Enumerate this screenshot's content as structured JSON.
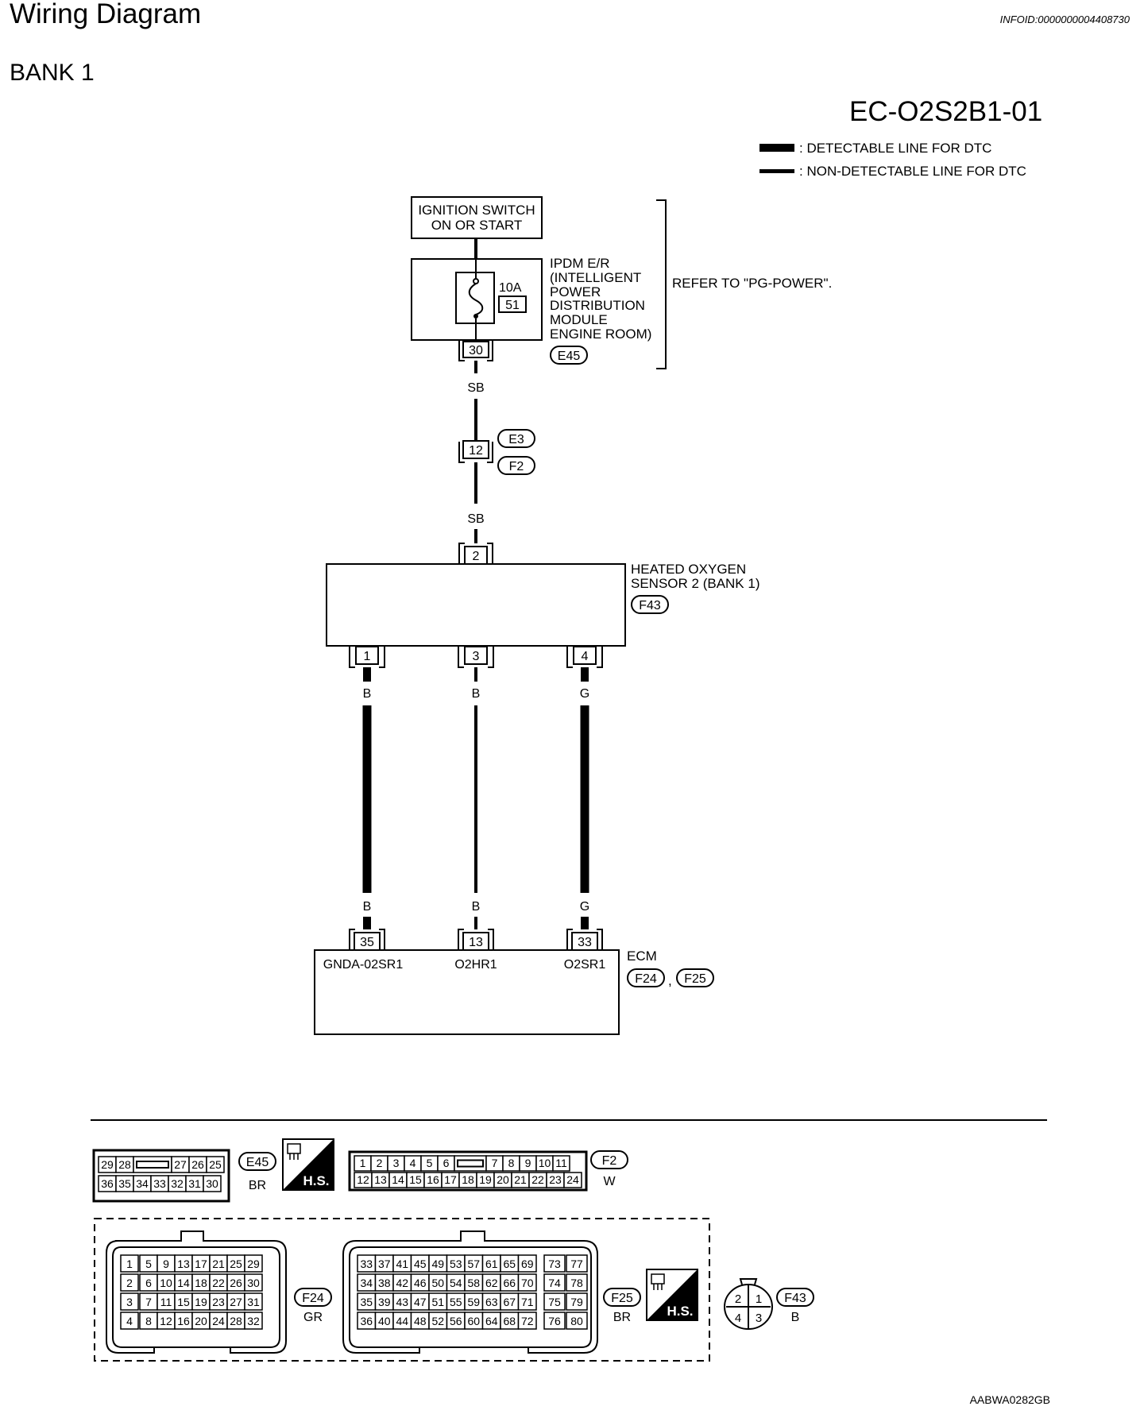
{
  "header": {
    "title": "Wiring Diagram",
    "info_id": "INFOID:0000000004408730",
    "bank": "BANK 1",
    "diagram_code": "EC-O2S2B1-01"
  },
  "legend": {
    "detectable": ": DETECTABLE LINE FOR DTC",
    "non_detectable": ": NON-DETECTABLE LINE FOR DTC"
  },
  "ignition": {
    "line1": "IGNITION SWITCH",
    "line2": "ON OR START"
  },
  "ipdm": {
    "lines": [
      "IPDM E/R",
      "(INTELLIGENT",
      "POWER",
      "DISTRIBUTION",
      "MODULE",
      "ENGINE ROOM)"
    ],
    "fuse_rating": "10A",
    "fuse_number": "51",
    "terminal": "30",
    "connector": "E45",
    "refer": "REFER TO \"PG-POWER\"."
  },
  "wires": {
    "sb_upper": "SB",
    "sb_lower": "SB",
    "w1_top": "B",
    "w1_bot": "B",
    "w2_top": "B",
    "w2_bot": "B",
    "w3_top": "G",
    "w3_bot": "G"
  },
  "joint": {
    "terminal": "12",
    "conn_a": "E3",
    "conn_b": "F2"
  },
  "sensor": {
    "line1": "HEATED OXYGEN",
    "line2": "SENSOR 2 (BANK 1)",
    "connector": "F43",
    "top_terminal": "2",
    "t1": "1",
    "t2": "3",
    "t3": "4"
  },
  "ecm": {
    "title": "ECM",
    "conn_a": "F24",
    "conn_b": "F25",
    "comma": ",",
    "t1": "35",
    "t2": "13",
    "t3": "33",
    "sig1": "GNDA-02SR1",
    "sig2": "O2HR1",
    "sig3": "O2SR1"
  },
  "connectors": {
    "e45": {
      "name": "E45",
      "color": "BR",
      "row1": [
        "29",
        "28",
        "",
        "27",
        "26",
        "25"
      ],
      "row2": [
        "36",
        "35",
        "34",
        "33",
        "32",
        "31",
        "30"
      ]
    },
    "f2": {
      "name": "F2",
      "color": "W",
      "row1": [
        "1",
        "2",
        "3",
        "4",
        "5",
        "6",
        "",
        "7",
        "8",
        "9",
        "10",
        "11"
      ],
      "row2": [
        "12",
        "13",
        "14",
        "15",
        "16",
        "17",
        "18",
        "19",
        "20",
        "21",
        "22",
        "23",
        "24"
      ]
    },
    "hs": "H.S.",
    "f24": {
      "name": "F24",
      "color": "GR",
      "rows": [
        [
          "1",
          "5",
          "9",
          "13",
          "17",
          "21",
          "25",
          "29"
        ],
        [
          "2",
          "6",
          "10",
          "14",
          "18",
          "22",
          "26",
          "30"
        ],
        [
          "3",
          "7",
          "11",
          "15",
          "19",
          "23",
          "27",
          "31"
        ],
        [
          "4",
          "8",
          "12",
          "16",
          "20",
          "24",
          "28",
          "32"
        ]
      ]
    },
    "f25": {
      "name": "F25",
      "color": "BR",
      "rows": [
        [
          "33",
          "37",
          "41",
          "45",
          "49",
          "53",
          "57",
          "61",
          "65",
          "69",
          "73",
          "77"
        ],
        [
          "34",
          "38",
          "42",
          "46",
          "50",
          "54",
          "58",
          "62",
          "66",
          "70",
          "74",
          "78"
        ],
        [
          "35",
          "39",
          "43",
          "47",
          "51",
          "55",
          "59",
          "63",
          "67",
          "71",
          "75",
          "79"
        ],
        [
          "36",
          "40",
          "44",
          "48",
          "52",
          "56",
          "60",
          "64",
          "68",
          "72",
          "76",
          "80"
        ]
      ]
    },
    "f43": {
      "name": "F43",
      "color": "B",
      "pins": [
        "2",
        "1",
        "4",
        "3"
      ]
    }
  },
  "footer": {
    "figure_code": "AABWA0282GB"
  }
}
